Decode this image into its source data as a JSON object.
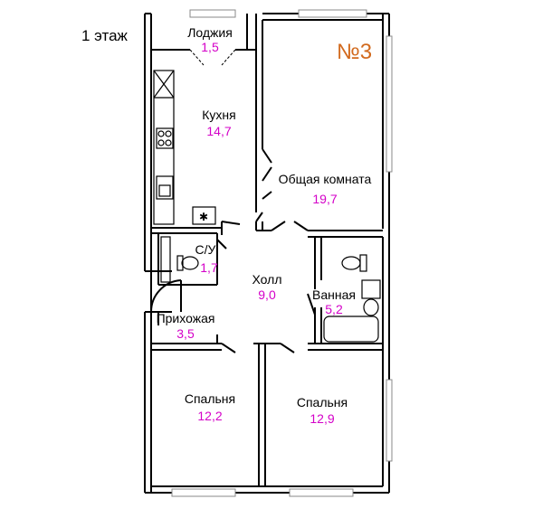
{
  "floor_label": "1 этаж",
  "apartment_number": "№3",
  "colors": {
    "area": "#d400c8",
    "number": "#d26a1e",
    "wall": "#000000",
    "window": "#8a8a8a"
  },
  "rooms": {
    "loggia": {
      "name": "Лоджия",
      "area": "1,5"
    },
    "kitchen": {
      "name": "Кухня",
      "area": "14,7"
    },
    "living_room": {
      "name": "Общая комната",
      "area": "19,7"
    },
    "wc": {
      "name": "С/У",
      "area": "1,7"
    },
    "hall": {
      "name": "Холл",
      "area": "9,0"
    },
    "bathroom": {
      "name": "Ванная",
      "area": "5,2"
    },
    "entry_hall": {
      "name": "Прихожая",
      "area": "3,5"
    },
    "bedroom_1": {
      "name": "Спальня",
      "area": "12,2"
    },
    "bedroom_2": {
      "name": "Спальня",
      "area": "12,9"
    }
  }
}
